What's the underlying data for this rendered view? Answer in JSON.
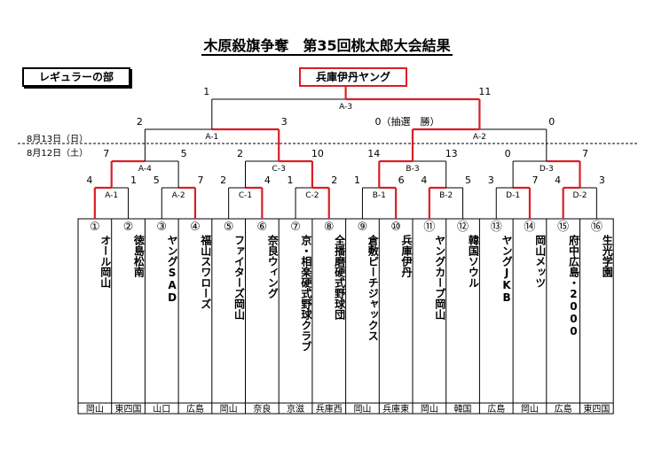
{
  "title": "木原殺旗争奪　第35回桃太郎大会結果",
  "division": "レギュラーの部",
  "champion": "兵庫伊丹ヤング",
  "dates": {
    "day2": "8月13日（日）",
    "day1": "8月12日（土）"
  },
  "colors": {
    "winner": "#d81f26",
    "line": "#000000"
  },
  "teams": [
    {
      "no": "①",
      "name": "オール岡山",
      "pref": "岡山"
    },
    {
      "no": "②",
      "name": "徳島松南",
      "pref": "東四国"
    },
    {
      "no": "③",
      "name": "ヤングSAD",
      "pref": "山口"
    },
    {
      "no": "④",
      "name": "福山スワローズ",
      "pref": "広島"
    },
    {
      "no": "⑤",
      "name": "ファイターズ岡山",
      "pref": "岡山"
    },
    {
      "no": "⑥",
      "name": "奈良ウィング",
      "pref": "奈良"
    },
    {
      "no": "⑦",
      "name": "京・相楽硬式野球クラブ",
      "pref": "京滋"
    },
    {
      "no": "⑧",
      "name": "全播磨硬式野球団",
      "pref": "兵庫西"
    },
    {
      "no": "⑨",
      "name": "倉敷ピーチジャックス",
      "pref": "岡山"
    },
    {
      "no": "⑩",
      "name": "兵庫伊丹",
      "pref": "兵庫東"
    },
    {
      "no": "⑪",
      "name": "ヤングカープ岡山",
      "pref": "岡山"
    },
    {
      "no": "⑫",
      "name": "韓国ソウル",
      "pref": "韓国"
    },
    {
      "no": "⑬",
      "name": "ヤングJKB",
      "pref": "広島"
    },
    {
      "no": "⑭",
      "name": "岡山メッツ",
      "pref": "岡山"
    },
    {
      "no": "⑮",
      "name": "府中広島・2000",
      "pref": "広島"
    },
    {
      "no": "⑯",
      "name": "生光学園",
      "pref": "東四国"
    }
  ],
  "matches": [
    {
      "label": "A-1",
      "scores": [
        "4",
        "1"
      ],
      "winner": 0
    },
    {
      "label": "A-2",
      "scores": [
        "5",
        "7"
      ],
      "winner": 1
    },
    {
      "label": "C-1",
      "scores": [
        "2",
        "4"
      ],
      "winner": 1
    },
    {
      "label": "C-2",
      "scores": [
        "1",
        "2"
      ],
      "winner": 1
    },
    {
      "label": "B-1",
      "scores": [
        "1",
        "6"
      ],
      "winner": 1
    },
    {
      "label": "B-2",
      "scores": [
        "4",
        "5"
      ],
      "winner": 0
    },
    {
      "label": "D-1",
      "scores": [
        "3",
        "7"
      ],
      "winner": 1
    },
    {
      "label": "D-2",
      "scores": [
        "4",
        "3"
      ],
      "winner": 0
    },
    {
      "label": "A-4",
      "scores": [
        "7",
        "5"
      ],
      "winner": 0
    },
    {
      "label": "C-3",
      "scores": [
        "2",
        "10"
      ],
      "winner": 1
    },
    {
      "label": "B-3",
      "scores": [
        "14",
        "13"
      ],
      "winner": 0
    },
    {
      "label": "D-3",
      "scores": [
        "0",
        "7"
      ],
      "winner": 1
    },
    {
      "label": "A-1",
      "scores": [
        "2",
        "3"
      ],
      "winner": 1
    },
    {
      "label": "A-2",
      "scores": [
        "0（抽選　勝）",
        "0"
      ],
      "winner": 0
    },
    {
      "label": "A-3",
      "scores": [
        "1",
        "11"
      ],
      "winner": 1
    }
  ]
}
